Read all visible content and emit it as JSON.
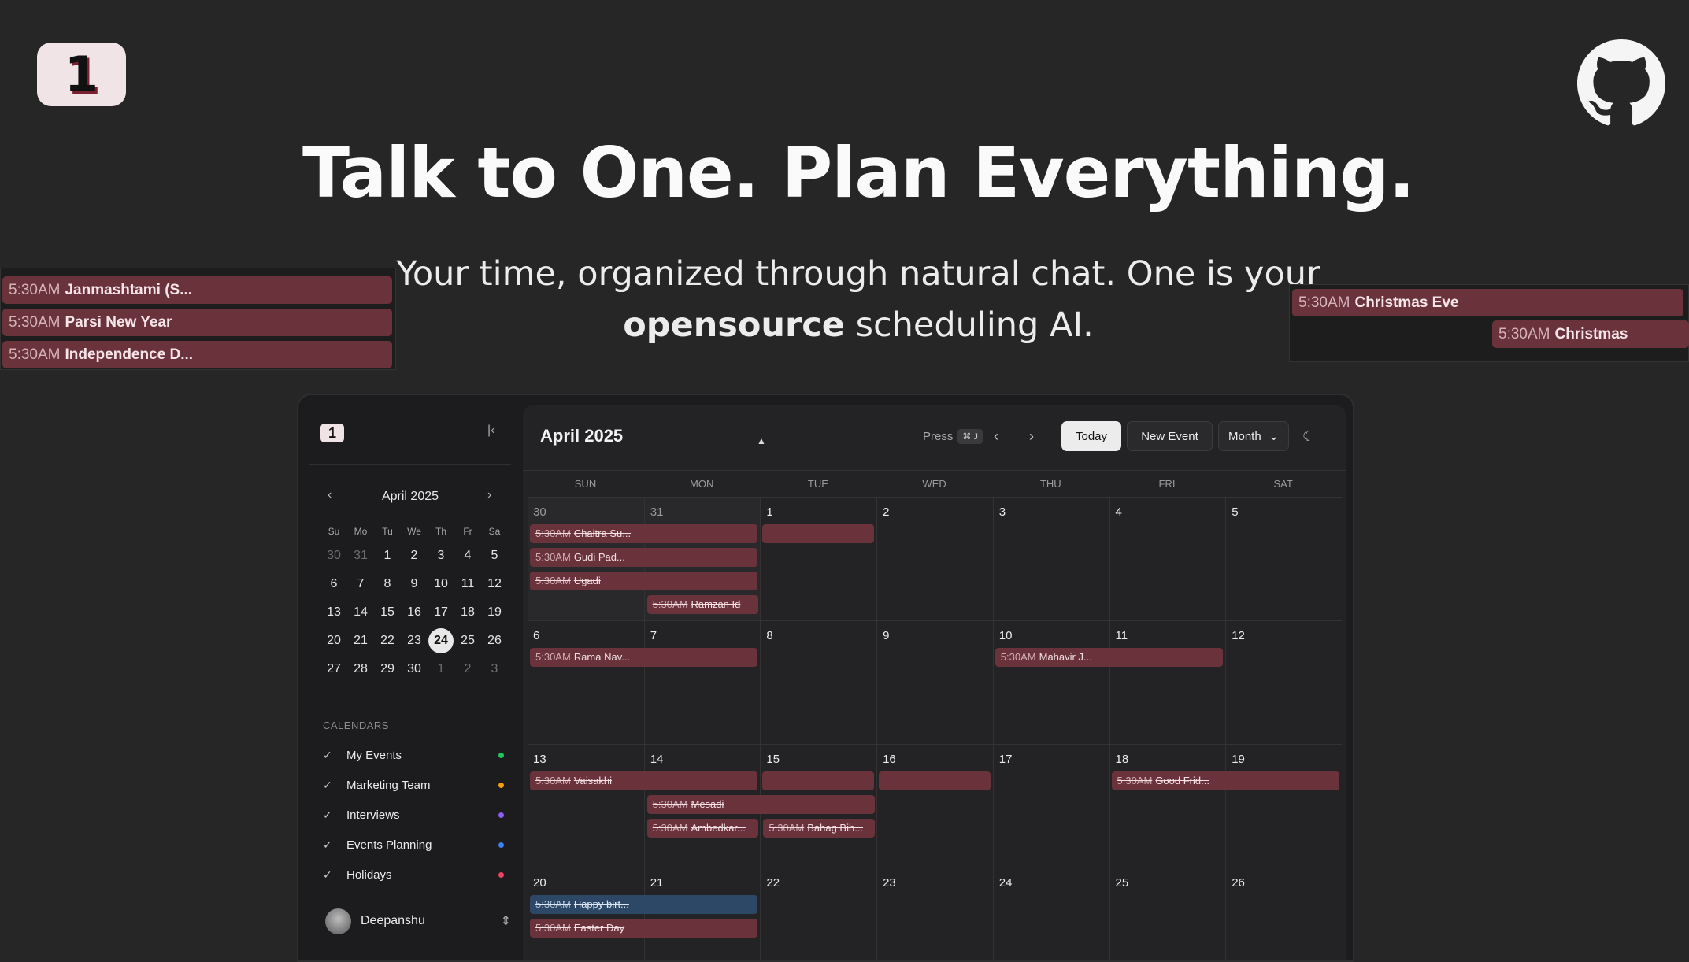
{
  "brand": {
    "logo_mark": "1"
  },
  "hero": {
    "title": "Talk to One. Plan Everything.",
    "subtitle_a": "Your time, organized through natural chat. One is your",
    "subtitle_bold": "opensource",
    "subtitle_b": "scheduling AI."
  },
  "float_left": [
    {
      "time": "5:30AM",
      "name": "Janmashtami (S..."
    },
    {
      "time": "5:30AM",
      "name": "Parsi New Year"
    },
    {
      "time": "5:30AM",
      "name": "Independence D..."
    }
  ],
  "float_right": [
    {
      "time": "5:30AM",
      "name": "Christmas Eve"
    },
    {
      "time": "5:30AM",
      "name": "Christmas"
    }
  ],
  "sidebar": {
    "logo": "1",
    "collapse_icon": "|‹",
    "mini_title": "April 2025",
    "weekdays": [
      "Su",
      "Mo",
      "Tu",
      "We",
      "Th",
      "Fr",
      "Sa"
    ],
    "days": [
      {
        "d": "30",
        "out": true
      },
      {
        "d": "31",
        "out": true
      },
      {
        "d": "1"
      },
      {
        "d": "2"
      },
      {
        "d": "3"
      },
      {
        "d": "4"
      },
      {
        "d": "5"
      },
      {
        "d": "6"
      },
      {
        "d": "7"
      },
      {
        "d": "8"
      },
      {
        "d": "9"
      },
      {
        "d": "10"
      },
      {
        "d": "11"
      },
      {
        "d": "12"
      },
      {
        "d": "13"
      },
      {
        "d": "14"
      },
      {
        "d": "15"
      },
      {
        "d": "16"
      },
      {
        "d": "17"
      },
      {
        "d": "18"
      },
      {
        "d": "19"
      },
      {
        "d": "20"
      },
      {
        "d": "21"
      },
      {
        "d": "22"
      },
      {
        "d": "23"
      },
      {
        "d": "24",
        "sel": true
      },
      {
        "d": "25"
      },
      {
        "d": "26"
      },
      {
        "d": "27"
      },
      {
        "d": "28"
      },
      {
        "d": "29"
      },
      {
        "d": "30"
      },
      {
        "d": "1",
        "out": true
      },
      {
        "d": "2",
        "out": true
      },
      {
        "d": "3",
        "out": true
      }
    ],
    "calendars_heading": "CALENDARS",
    "calendars": [
      {
        "name": "My Events",
        "color": "#22c55e"
      },
      {
        "name": "Marketing Team",
        "color": "#f59e0b"
      },
      {
        "name": "Interviews",
        "color": "#8b5cf6"
      },
      {
        "name": "Events Planning",
        "color": "#3b82f6"
      },
      {
        "name": "Holidays",
        "color": "#f43f5e"
      }
    ],
    "user_name": "Deepanshu"
  },
  "main": {
    "title": "April 2025",
    "press_label": "Press",
    "shortcut": "⌘ J",
    "today": "Today",
    "new_event": "New Event",
    "view": "Month",
    "dow": [
      "SUN",
      "MON",
      "TUE",
      "WED",
      "THU",
      "FRI",
      "SAT"
    ],
    "weeks": [
      [
        "30",
        "31",
        "1",
        "2",
        "3",
        "4",
        "5"
      ],
      [
        "6",
        "7",
        "8",
        "9",
        "10",
        "11",
        "12"
      ],
      [
        "13",
        "14",
        "15",
        "16",
        "17",
        "18",
        "19"
      ],
      [
        "20",
        "21",
        "22",
        "23",
        "24",
        "25",
        "26"
      ]
    ],
    "events": [
      {
        "week": 0,
        "col": 0,
        "span": 2,
        "row": 0,
        "time": "5:30AM",
        "name": "Chaitra Su..."
      },
      {
        "week": 0,
        "col": 2,
        "span": 1,
        "row": 0,
        "time": "",
        "name": ""
      },
      {
        "week": 0,
        "col": 0,
        "span": 2,
        "row": 1,
        "time": "5:30AM",
        "name": "Gudi Pad..."
      },
      {
        "week": 0,
        "col": 0,
        "span": 2,
        "row": 2,
        "time": "5:30AM",
        "name": "Ugadi"
      },
      {
        "week": 0,
        "col": 1,
        "span": 1,
        "row": 3,
        "time": "5:30AM",
        "name": "Ramzan Id"
      },
      {
        "week": 1,
        "col": 0,
        "span": 2,
        "row": 0,
        "time": "5:30AM",
        "name": "Rama Nav..."
      },
      {
        "week": 1,
        "col": 4,
        "span": 2,
        "row": 0,
        "time": "5:30AM",
        "name": "Mahavir J..."
      },
      {
        "week": 2,
        "col": 0,
        "span": 2,
        "row": 0,
        "time": "5:30AM",
        "name": "Vaisakhi"
      },
      {
        "week": 2,
        "col": 2,
        "span": 1,
        "row": 0,
        "time": "",
        "name": ""
      },
      {
        "week": 2,
        "col": 3,
        "span": 1,
        "row": 0,
        "time": "",
        "name": ""
      },
      {
        "week": 2,
        "col": 5,
        "span": 2,
        "row": 0,
        "time": "5:30AM",
        "name": "Good Frid..."
      },
      {
        "week": 2,
        "col": 1,
        "span": 2,
        "row": 1,
        "time": "5:30AM",
        "name": "Mesadi"
      },
      {
        "week": 2,
        "col": 1,
        "span": 1,
        "row": 2,
        "time": "5:30AM",
        "name": "Ambedkar..."
      },
      {
        "week": 2,
        "col": 2,
        "span": 1,
        "row": 2,
        "time": "5:30AM",
        "name": "Bahag Bih..."
      },
      {
        "week": 3,
        "col": 0,
        "span": 2,
        "row": 0,
        "time": "5:30AM",
        "name": "Happy birt...",
        "color": "blue"
      },
      {
        "week": 3,
        "col": 0,
        "span": 2,
        "row": 1,
        "time": "5:30AM",
        "name": "Easter Day"
      }
    ]
  }
}
